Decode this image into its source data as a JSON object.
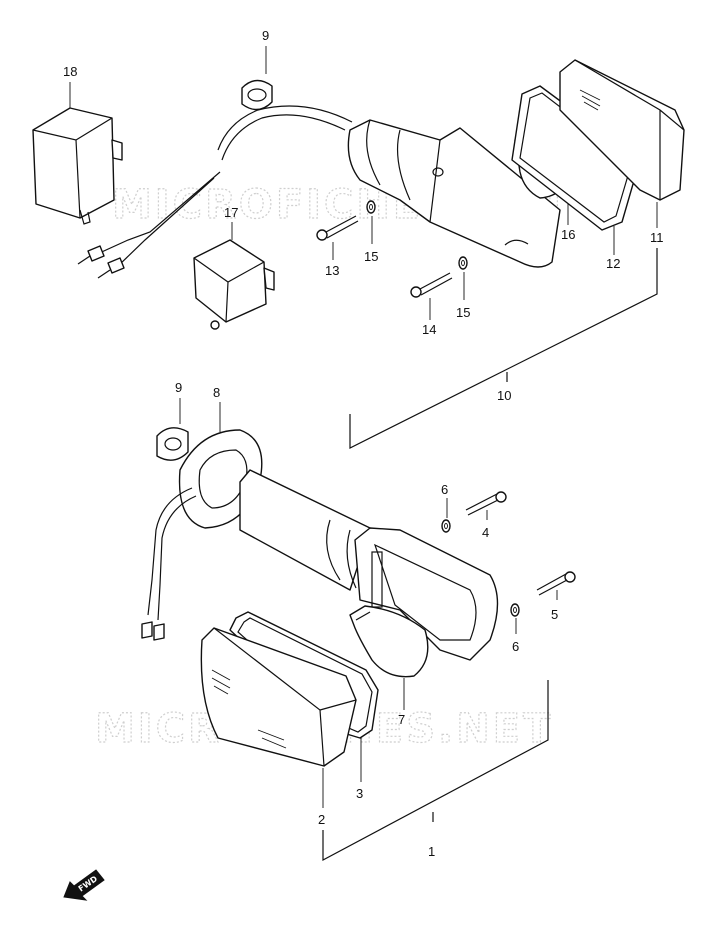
{
  "watermark": "MICROFICHES.NET",
  "fwd_label": "FWD",
  "callouts": {
    "c1": "1",
    "c2": "2",
    "c3": "3",
    "c4": "4",
    "c5": "5",
    "c6a": "6",
    "c6b": "6",
    "c7": "7",
    "c8": "8",
    "c9a": "9",
    "c9b": "9",
    "c10": "10",
    "c11": "11",
    "c12": "12",
    "c13": "13",
    "c14": "14",
    "c15a": "15",
    "c15b": "15",
    "c16": "16",
    "c17": "17",
    "c18": "18"
  }
}
